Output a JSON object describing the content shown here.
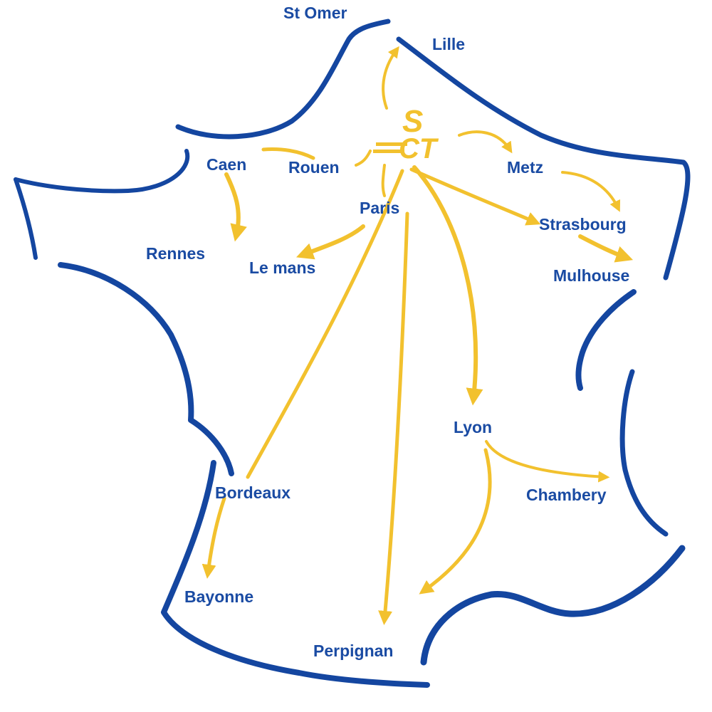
{
  "colors": {
    "coast": "#1446a0",
    "route": "#f2c12e",
    "label": "#1a4ba3",
    "background": "#ffffff"
  },
  "logo": {
    "icon": "sct-logo-icon",
    "top_letter": "S",
    "bottom_letters": "CT"
  },
  "cities": [
    {
      "id": "st-omer",
      "name": "St Omer"
    },
    {
      "id": "lille",
      "name": "Lille"
    },
    {
      "id": "caen",
      "name": "Caen"
    },
    {
      "id": "rouen",
      "name": "Rouen"
    },
    {
      "id": "metz",
      "name": "Metz"
    },
    {
      "id": "paris",
      "name": "Paris"
    },
    {
      "id": "strasbourg",
      "name": "Strasbourg"
    },
    {
      "id": "rennes",
      "name": "Rennes"
    },
    {
      "id": "le-mans",
      "name": "Le mans"
    },
    {
      "id": "mulhouse",
      "name": "Mulhouse"
    },
    {
      "id": "lyon",
      "name": "Lyon"
    },
    {
      "id": "bordeaux",
      "name": "Bordeaux"
    },
    {
      "id": "chambery",
      "name": "Chambery"
    },
    {
      "id": "bayonne",
      "name": "Bayonne"
    },
    {
      "id": "perpignan",
      "name": "Perpignan"
    }
  ],
  "routes": [
    {
      "from": "Paris",
      "to": "Lille"
    },
    {
      "from": "Paris",
      "to": "Rouen"
    },
    {
      "from": "Rouen",
      "to": "Caen"
    },
    {
      "from": "Caen",
      "to": "Rennes"
    },
    {
      "from": "Paris",
      "to": "Le mans"
    },
    {
      "from": "Paris",
      "to": "Metz"
    },
    {
      "from": "Metz",
      "to": "Strasbourg"
    },
    {
      "from": "Paris",
      "to": "Strasbourg"
    },
    {
      "from": "Strasbourg",
      "to": "Mulhouse"
    },
    {
      "from": "Paris",
      "to": "Lyon"
    },
    {
      "from": "Lyon",
      "to": "Chambery"
    },
    {
      "from": "Lyon",
      "to": "Perpignan"
    },
    {
      "from": "Paris",
      "to": "Perpignan"
    },
    {
      "from": "Paris",
      "to": "Bordeaux"
    },
    {
      "from": "Bordeaux",
      "to": "Bayonne"
    }
  ]
}
